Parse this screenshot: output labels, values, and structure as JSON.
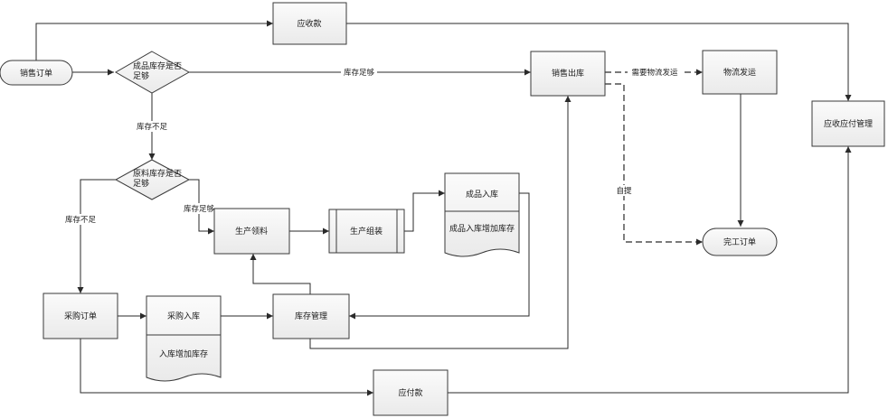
{
  "nodes": {
    "sales_order": "销售订单",
    "receivable": "应收款",
    "finished_stock_check": "成品库存是否足够",
    "sales_outbound": "销售出库",
    "logistics": "物流发运",
    "ar_ap_management": "应收应付管理",
    "material_stock_check": "原料库存是否足够",
    "production_material": "生产领料",
    "production_assembly": "生产组装",
    "finished_inbound_title": "成品入库",
    "finished_inbound_note": "成品入库增加库存",
    "complete_order": "完工订单",
    "purchase_order": "采购订单",
    "purchase_inbound_title": "采购入库",
    "purchase_inbound_note": "入库增加库存",
    "inventory_management": "库存管理",
    "payable": "应付款"
  },
  "edge_labels": {
    "stock_enough_top": "库存足够",
    "stock_short_top": "库存不足",
    "need_logistics": "需要物流发运",
    "self_pickup": "自提",
    "stock_short_left": "库存不足",
    "stock_enough_mid": "库存足够"
  },
  "colors": {
    "box_fill": "#f2f2f2",
    "line": "#2a2a2a"
  }
}
